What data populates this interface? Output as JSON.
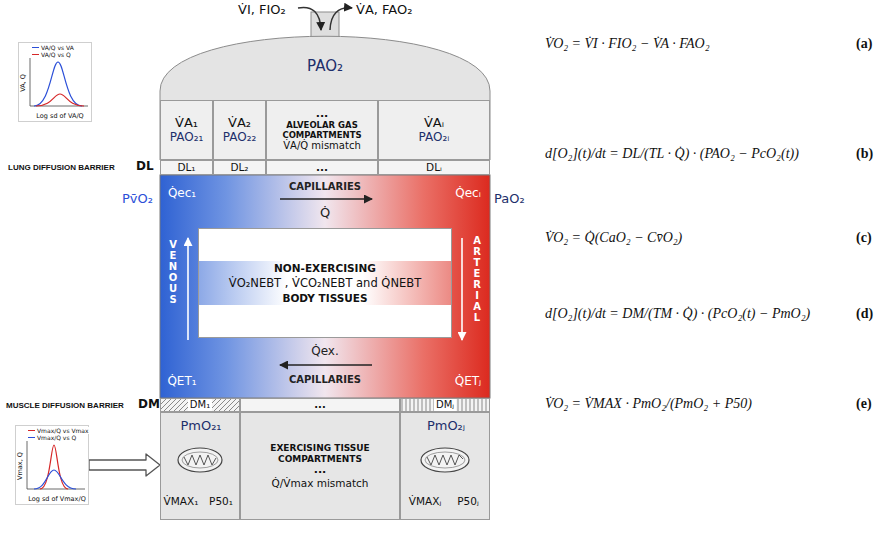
{
  "diagram": {
    "nodes": [
      {
        "text": [
          "PAO₂"
        ]
      },
      {
        "text": [
          "V̇A₁",
          "PAO₂₁"
        ],
        "in": 0
      },
      {
        "text": [
          "V̇A₂",
          "PAO₂₂"
        ],
        "in": 0
      },
      {
        "text": [
          "...",
          "ALVEOLAR GAS COMPARTMENTS",
          "V̇A/Q̇ mismatch"
        ],
        "in": 0
      },
      {
        "text": [
          "V̇Aᵢ",
          "PAO₂ᵢ"
        ],
        "in": 0
      },
      {
        "text": [
          "DL₁"
        ]
      },
      {
        "text": [
          "DL₂"
        ]
      },
      {
        "text": [
          "..."
        ]
      },
      {
        "text": [
          "DLᵢ"
        ]
      },
      {
        "text": [
          "Q̇ec₁",
          "CAPILLARIES",
          "Q̇ecᵢ",
          "Q̇",
          "VENOUS",
          "ARTERIAL",
          "Q̇ex.",
          "Q̇ET₁",
          "CAPILLARIES",
          "Q̇ETⱼ"
        ]
      },
      {
        "text": [
          "NON-EXERCISING",
          "V̇O₂NEBT , V̇CO₂NEBT and Q̇NEBT",
          "BODY TISSUES"
        ],
        "in": 9
      },
      {
        "text": [
          "DM₁"
        ]
      },
      {
        "text": [
          "..."
        ]
      },
      {
        "text": [
          "DMⱼ"
        ]
      },
      {
        "text": [
          "PmO₂₁",
          "V̇MAX₁",
          "P50₁"
        ]
      },
      {
        "text": [
          "EXERCISING TISSUE COMPARTMENTS",
          "...",
          "Q̇/V̇max mismatch"
        ]
      },
      {
        "text": [
          "PmO₂ⱼ",
          "V̇MAXⱼ",
          "P50ⱼ"
        ]
      },
      {
        "text": [
          "VA, Q",
          "Log sd of VA/Q"
        ]
      },
      {
        "text": [
          "Vmax, Q",
          "Log sd of Vmax/Q"
        ]
      }
    ],
    "edges": [
      {
        "from": 18,
        "to": 14,
        "arrow": "to"
      }
    ],
    "labels": [
      "V̇I, FIO₂",
      "V̇A, FAO₂",
      "LUNG DIFFUSION BARRIER",
      "DL",
      "Pv̄O₂",
      "PaO₂",
      "MUSCLE DIFFUSION BARRIER",
      "DM",
      "V̇O₂ = V̇I · FIO₂ − V̇A · FAO₂",
      "(a)",
      "d[O₂](t)/dt = DL/(TL · Q̇) · (PAO₂ − PcO₂(t))",
      "(b)",
      "V̇O₂ = Q̇(CaO₂ − Cv̄O₂)",
      "(c)",
      "d[O₂](t)/dt = DM/(TM · Q̇) · (PcO₂(t) − PmO₂)",
      "(d)",
      "V̇O₂ = V̇MAX · PmO₂/(PmO₂ + P50)",
      "(e)"
    ],
    "legend": [
      {
        "text": "VA/Q vs VA"
      },
      {
        "text": "VA/Q vs Q"
      },
      {
        "text": "Vmax/Q vs Vmax"
      },
      {
        "text": "Vmax/Q vs Q"
      }
    ]
  }
}
